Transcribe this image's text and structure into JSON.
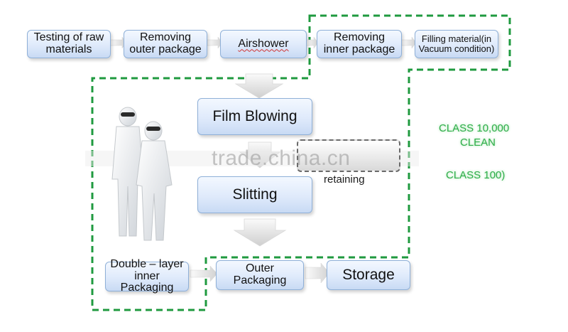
{
  "steps": {
    "testing": "Testing of raw materials",
    "removing_outer": "Removing outer package",
    "airshower": "Airshower",
    "removing_inner": "Removing inner package",
    "filling": "Filling material(in Vacuum condition)",
    "film_blowing": "Film Blowing",
    "slitting": "Slitting",
    "double_layer": "Double – layer inner Packaging",
    "outer_packaging": "Outer Packaging",
    "storage": "Storage"
  },
  "retaining_label": "retaining",
  "class_labels": {
    "class_10000": "CLASS 10,000",
    "clean": "CLEAN",
    "class_100": "CLASS 100)"
  },
  "watermark": "trade.china.cn",
  "colors": {
    "dashed_green": "#1f9a3f",
    "box_border": "#8fb0d8",
    "class_text": "#2fae4a"
  }
}
